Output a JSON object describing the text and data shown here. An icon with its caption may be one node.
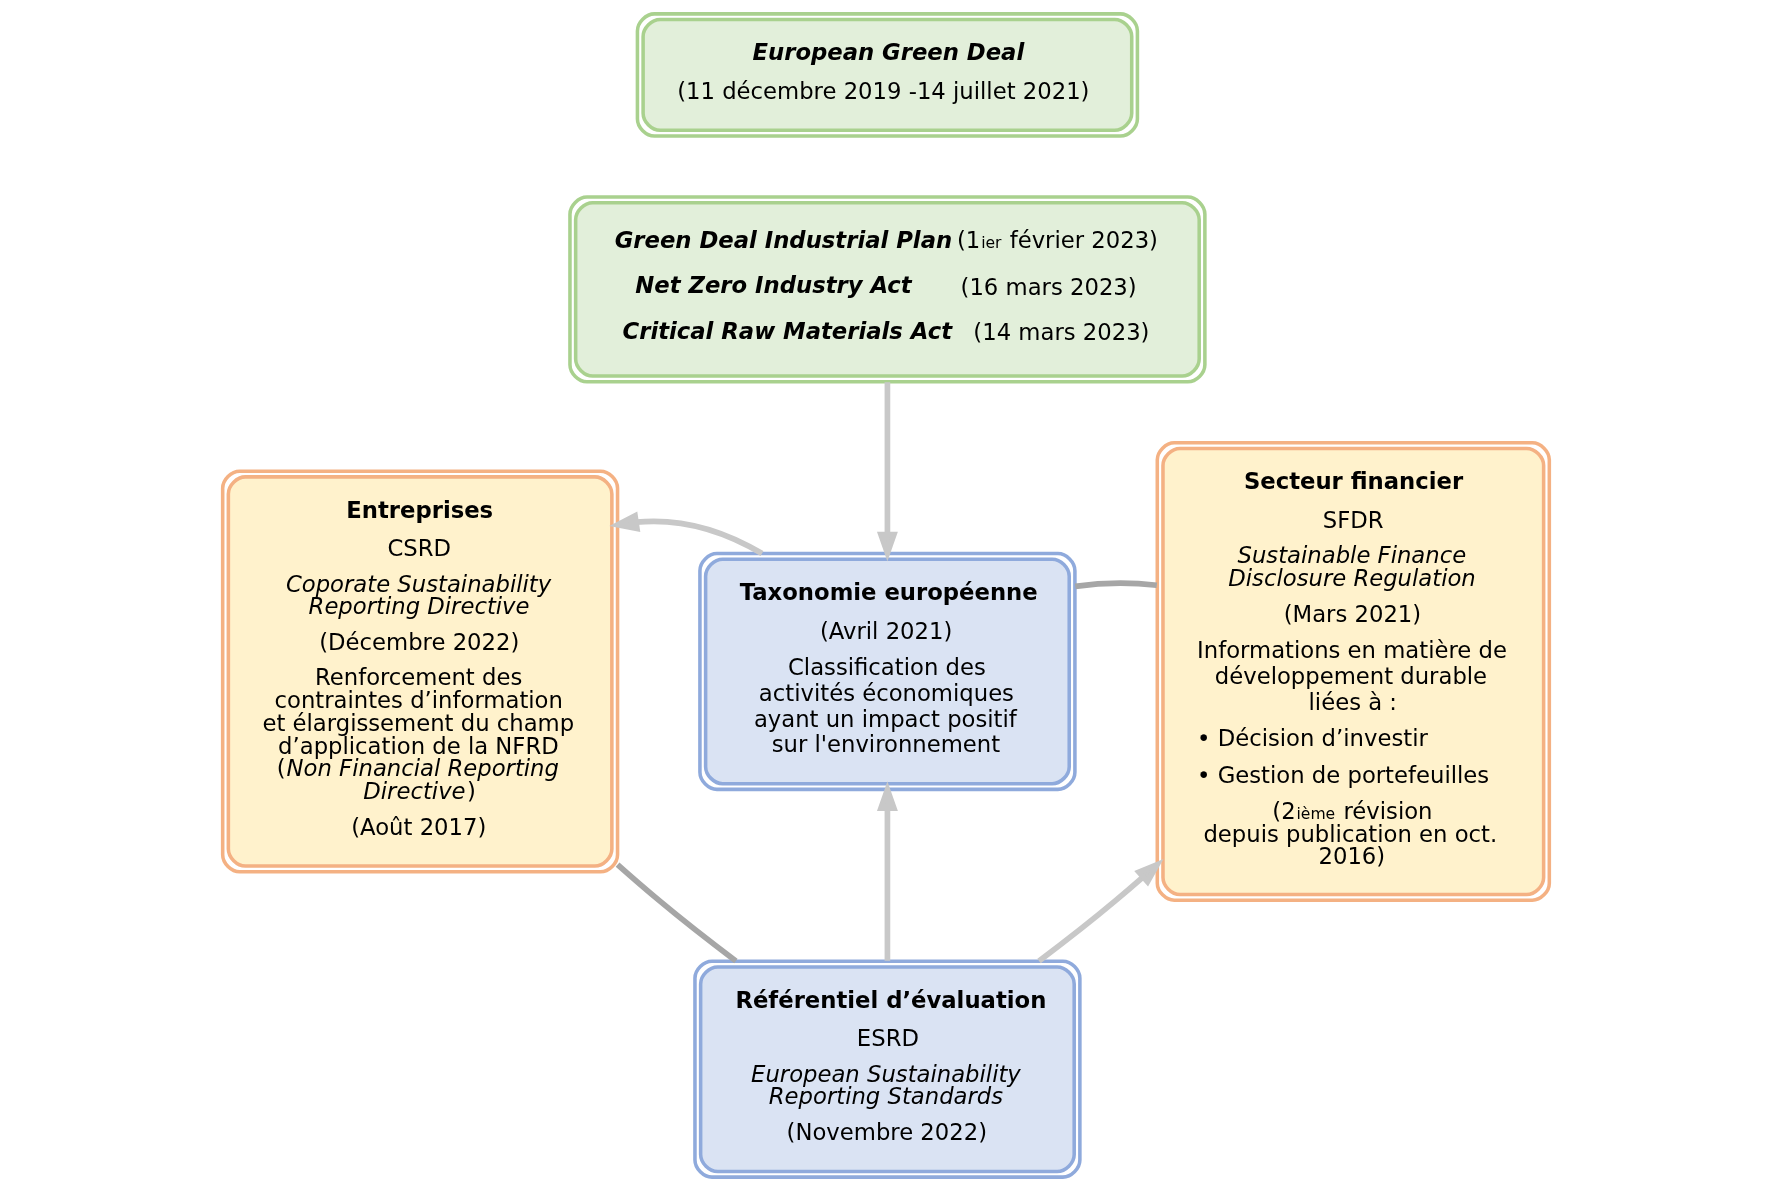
{
  "diagram": {
    "nodes": [
      {
        "text": [
          "European Green Deal",
          "(11 décembre 2019 -14 juillet 2021)"
        ]
      },
      {
        "text": [
          "Green Deal Industrial Plan",
          "(1$^{ier}$ février 2023)",
          "Net Zero Industry Act",
          "(16 mars 2023)",
          "Critical Raw Materials Act",
          "(14 mars 2023)"
        ]
      },
      {
        "text": [
          "Taxonomie européenne",
          "(Avril 2021)",
          "Classification des activités économiques ayant un impact positif sur l'environnement"
        ]
      },
      {
        "text": [
          "Entreprises",
          "CSRD",
          "Coporate Sustainability Reporting Directive",
          "(Décembre 2022)",
          "Renforcement des contraintes d’information et élargissement du champ d’application de la NFRD (*Non Financial Reporting Directive*)",
          "(Août 2017)"
        ]
      },
      {
        "text": [
          "Secteur financier",
          "SFDR",
          "Sustainable Finance Disclosure Regulation",
          "(Mars 2021)",
          "Informations en matière de développement durable liées à :",
          "• Décision d’investir",
          "• Gestion de portefeuilles",
          "(2$^{ième}$ révision depuis publication en oct. 2016)"
        ]
      },
      {
        "text": [
          "Référentiel d’évaluation",
          "ESRD",
          "European Sustainability Reporting Standards",
          "(Novembre 2022)"
        ]
      }
    ],
    "edges": [
      {
        "from": 1,
        "to": 2,
        "arrow": "to"
      },
      {
        "from": 2,
        "to": 3,
        "arrow": "to"
      },
      {
        "from": 2,
        "to": 4,
        "arrow": "none",
        "color": "#a6a6a6"
      },
      {
        "from": 5,
        "to": 2,
        "arrow": "to"
      },
      {
        "from": 3,
        "to": 5,
        "arrow": "none",
        "color": "#a6a6a6"
      },
      {
        "from": 5,
        "to": 4,
        "arrow": "to"
      }
    ]
  }
}
